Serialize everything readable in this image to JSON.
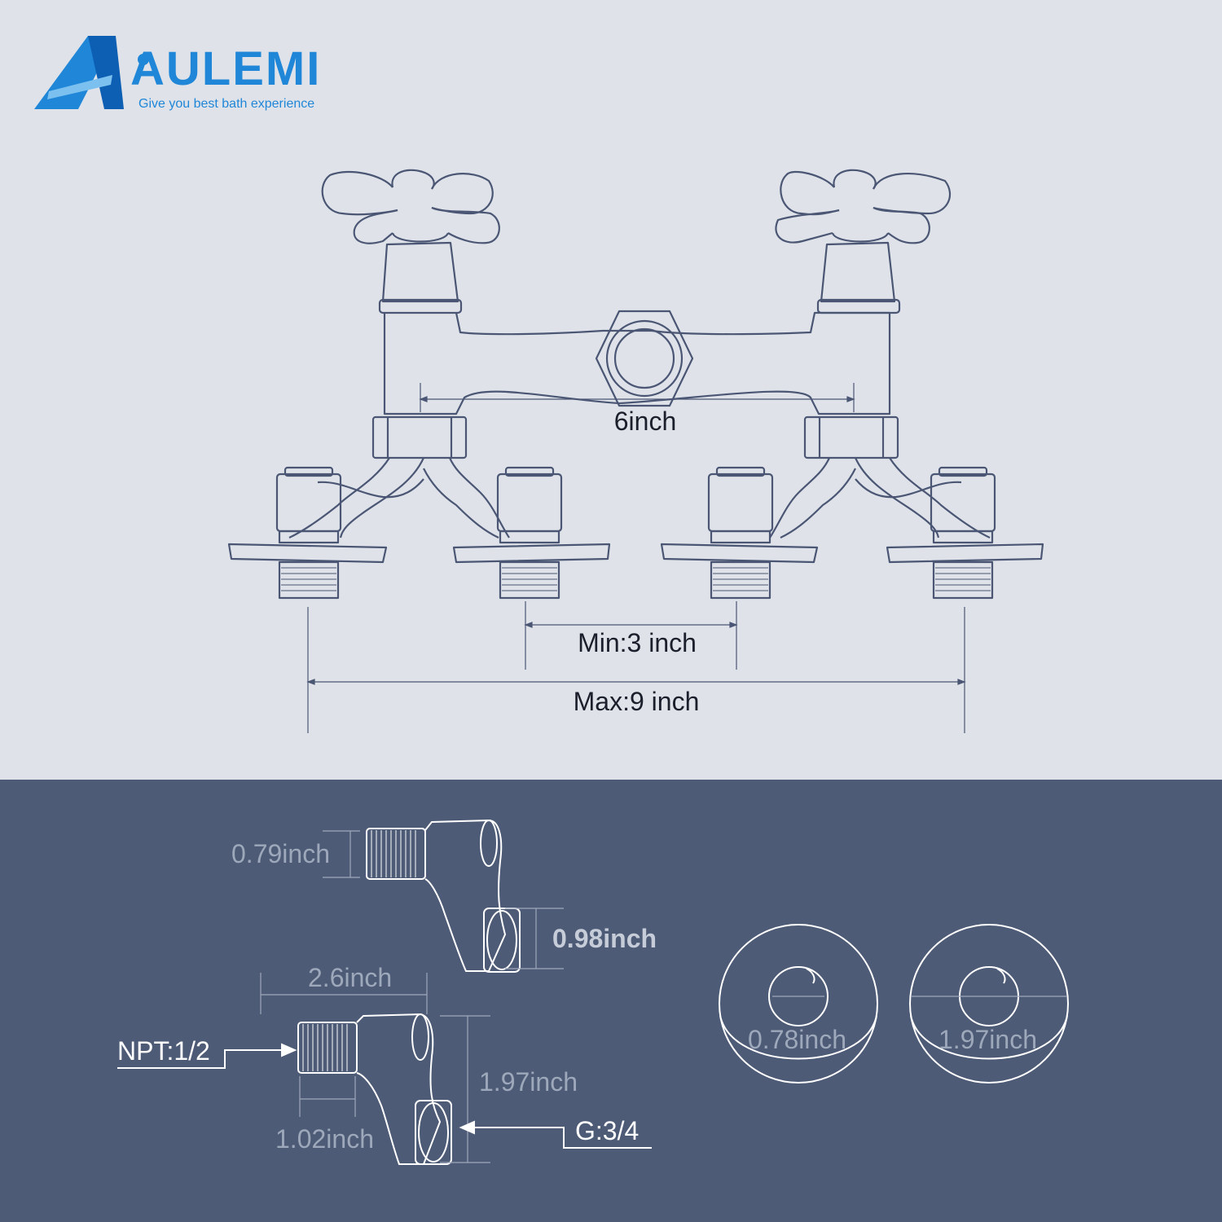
{
  "colors": {
    "top_background": "#dfe3e9",
    "bottom_background": "#4d5b76",
    "drawing_line": "#4a5674",
    "drawing_line_light": "#ffffff",
    "dimension_text_dark": "#1a1f2b",
    "dimension_text_light": "#ffffff",
    "dimension_text_muted": "#9ea8bb",
    "brand_blue": "#1f86d8",
    "brand_blue_dark": "#0d5fb3"
  },
  "brand": {
    "logo_icon": "aulemi-logo",
    "name": "AULEMI",
    "tagline": "Give you best bath experience"
  },
  "faucet_view": {
    "dim_handle_spacing": "6inch",
    "dim_min": "Min:3 inch",
    "dim_max": "Max:9 inch"
  },
  "parts_view": {
    "connector_top_height": "0.79inch",
    "connector_top_outlet": "0.98inch",
    "connector_length": "2.6inch",
    "thread_npt": "NPT:1/2",
    "connector_height": "1.97inch",
    "thread_length": "1.02inch",
    "thread_g": "G:3/4",
    "flange_inner": "0.78inch",
    "flange_outer": "1.97inch"
  }
}
